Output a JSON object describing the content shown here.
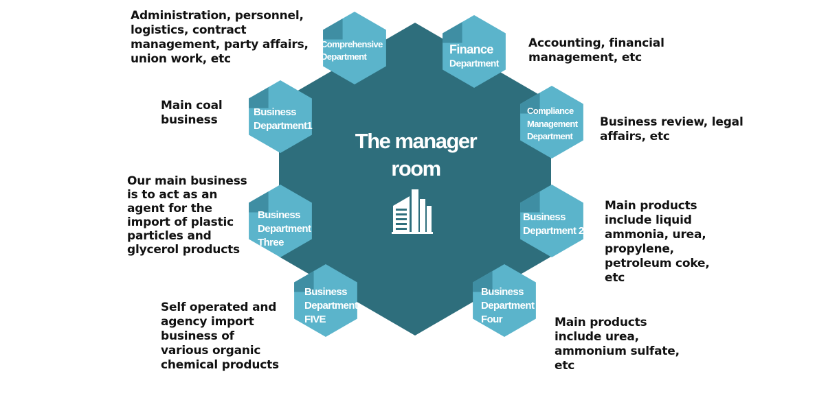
{
  "center": {
    "title": "The manager\nroom",
    "icon": "office-building-icon",
    "color": "#2e6e7c"
  },
  "colors": {
    "hexagon": "#5bb4cb",
    "hexagon_fold": "#3f8ea3",
    "description_text": "#111111"
  },
  "departments": [
    {
      "id": "comprehensive",
      "name": "Comprehensive\nDepartment",
      "description": "Administration, personnel,\nlogistics, contract\nmanagement, party affairs,\nunion work, etc"
    },
    {
      "id": "finance",
      "name_line1": "Finance",
      "name_line2": "Department",
      "description": "Accounting, financial\nmanagement, etc"
    },
    {
      "id": "compliance",
      "name": "Compliance\nManagement\nDepartment",
      "description": "Business review, legal\naffairs, etc"
    },
    {
      "id": "business-1",
      "name": "Business\nDepartment1",
      "description": "Main coal\nbusiness"
    },
    {
      "id": "business-2",
      "name": "Business\nDepartment 2",
      "description": "Main products\ninclude liquid\nammonia, urea,\npropylene,\npetroleum coke,\netc"
    },
    {
      "id": "business-3",
      "name": "Business\nDepartment\nThree",
      "description": "Our main business\nis to act as an\nagent for the\nimport of plastic\nparticles and\nglycerol products"
    },
    {
      "id": "business-4",
      "name": "Business\nDepartment\nFour",
      "description": "Main products\ninclude urea,\nammonium sulfate,\netc"
    },
    {
      "id": "business-5",
      "name": "Business\nDepartment\nFIVE",
      "description": "Self operated and\nagency import\nbusiness of\nvarious organic\nchemical products"
    }
  ]
}
